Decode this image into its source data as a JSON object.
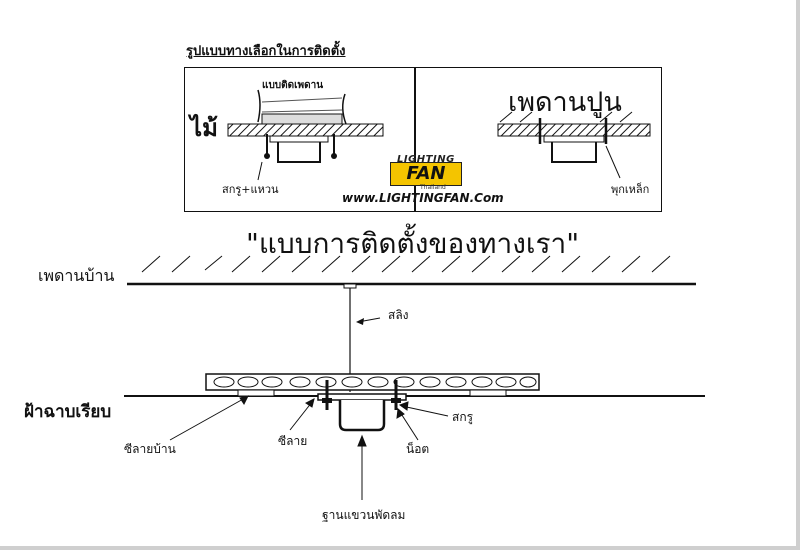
{
  "diagram": {
    "top_title": "รูปแบบทางเลือกในการติดตั้ง",
    "panel_left": {
      "caption": "แบบติดเพดาน",
      "material_label": "ไม้",
      "screw_label": "สกรู+แหวน"
    },
    "panel_right": {
      "material_label": "เพดานปูน",
      "anchor_label": "พุกเหล็ก"
    },
    "logo": {
      "line1": "LIGHTING",
      "line2": "FAN",
      "line3": "Thailand",
      "website": "www.LIGHTINGFAN.Com"
    },
    "main_title": "\"แบบการติดตั้งของทางเรา\"",
    "labels": {
      "house_ceiling": "เพดานบ้าน",
      "sling": "สลิง",
      "flat_ceiling": "ฝ้าฉาบเรียบ",
      "house_batten": "ซีลายบ้าน",
      "batten": "ซีลาย",
      "screw": "สกรู",
      "nut": "น็อต",
      "fan_base": "ฐานแขวนพัดลม"
    }
  }
}
